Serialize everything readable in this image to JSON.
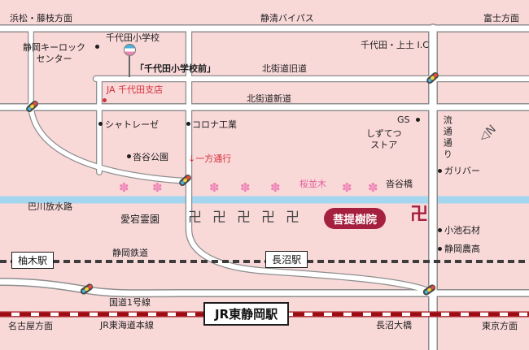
{
  "colors": {
    "background": "#f9d8d8",
    "road_fill": "#ffffff",
    "road_edge": "#8e8e8e",
    "river_blue": "#a4d7ef",
    "jr_red": "#9e0b12",
    "temple_red": "#a51f3e",
    "sakura_pink": "#e2639e",
    "warning_red": "#d3303a"
  },
  "directions": {
    "hamamatsu_fujieda": "浜松・藤枝方面",
    "seishin_bypass": "静清バイパス",
    "fuji": "富士方面",
    "nagoya": "名古屋方面",
    "tokyo": "東京方面"
  },
  "roads": {
    "kyudo": "北街道旧道",
    "shindo": "北街道新道",
    "ryutsu_dori": "流通通り",
    "route1": "国道1号線",
    "river": "巴川放水路",
    "shizutetsu_line": "静岡鉄道",
    "jr_tokaido_line": "JR東海道本線"
  },
  "stations": {
    "yunoki": "柚木駅",
    "naganuma": "長沼駅",
    "jr_higashi_shizuoka": "JR東静岡駅"
  },
  "places": {
    "keylock_line1": "静岡キーロック",
    "keylock_line2": "センター",
    "chiyoda_school": "千代田小学校",
    "bus_stop": "「千代田小学校前」",
    "chiyoda_ic": "千代田・上土 I.C",
    "ja_chiyoda": "JA 千代田支店",
    "chatraise": "シャトレーゼ",
    "corona_kogyo": "コロナ工業",
    "gs": "GS",
    "shizutetsu_store_line1": "しずてつ",
    "shizutetsu_store_line2": "ストア",
    "kutsunoya_park": "沓谷公園",
    "one_way": "↓一方通行",
    "gulliver": "ガリバー",
    "sakura_namiki": "桜並木",
    "kutsunoya_bridge": "沓谷橋",
    "atago_cemetery": "愛宕霊園",
    "bodaijuin": "菩提樹院",
    "koike_sekizai": "小池石材",
    "shizuoka_noko": "静岡農高",
    "naganuma_bridge": "長沼大橋"
  },
  "symbols": {
    "temple": "卍",
    "flower": "✽",
    "north": "N",
    "north_arrow": "◁"
  }
}
